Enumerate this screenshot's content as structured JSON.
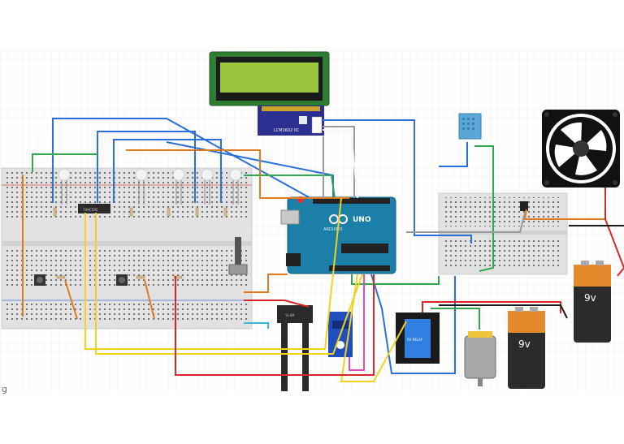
{
  "lcd": {
    "module_label": "LCM1602 IIC"
  },
  "arduino": {
    "logo": "UNO",
    "brand_marks": [
      "ARDUINO"
    ]
  },
  "shift_register": {
    "label": "74HC595"
  },
  "batteries": [
    {
      "label": "9v"
    },
    {
      "label": "9v"
    }
  ],
  "relay": {
    "label": "5V RELAY"
  },
  "soil_sensor": {
    "label": "YL-69"
  },
  "corner_mark": "g",
  "colors": {
    "wire_blue": "#2a6fdb",
    "wire_green": "#2fa84f",
    "wire_orange": "#e07a1f",
    "wire_yellow": "#f2d21b",
    "wire_red": "#d62828",
    "wire_gray": "#9a9a9a",
    "wire_white": "#f4f4f4",
    "wire_pink": "#e04fb8",
    "lcd_screen": "#9bc53d",
    "arduino": "#1b7fa8",
    "breadboard": "#e2e2e2"
  }
}
